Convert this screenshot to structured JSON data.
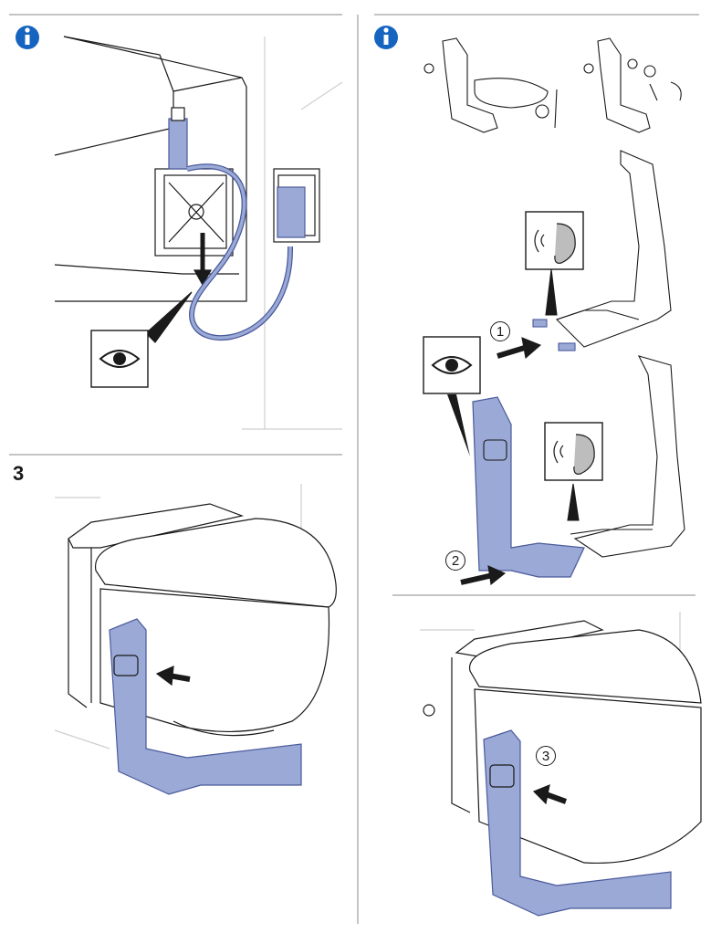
{
  "step": {
    "number": "3"
  },
  "callouts": [
    "1",
    "2",
    "3"
  ],
  "icons": {
    "info": "info-icon",
    "eye": "eye-icon",
    "ear": "ear-icon"
  },
  "colors": {
    "line": "#1a1a1a",
    "part_fill": "#9aa9d6",
    "part_stroke": "#4a5a9a",
    "info_blue": "#1565c0",
    "wall": "#cfcfcf"
  }
}
